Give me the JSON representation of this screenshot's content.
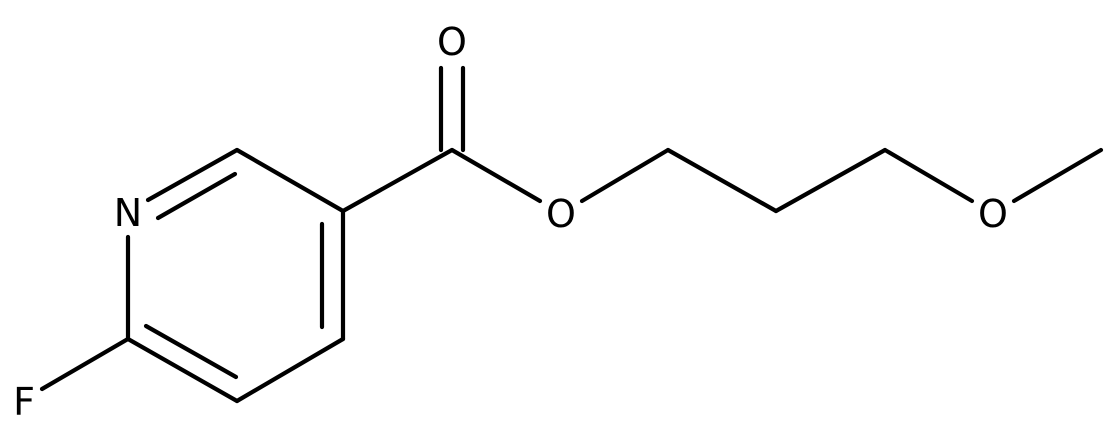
{
  "molecule": {
    "atoms": {
      "nitrogen": "N",
      "fluorine": "F",
      "carbonyl_oxygen": "O",
      "ester_oxygen": "O",
      "ether_oxygen": "O"
    }
  },
  "colors": {
    "bond": "#000000",
    "label": "#000000",
    "background": "#ffffff"
  }
}
